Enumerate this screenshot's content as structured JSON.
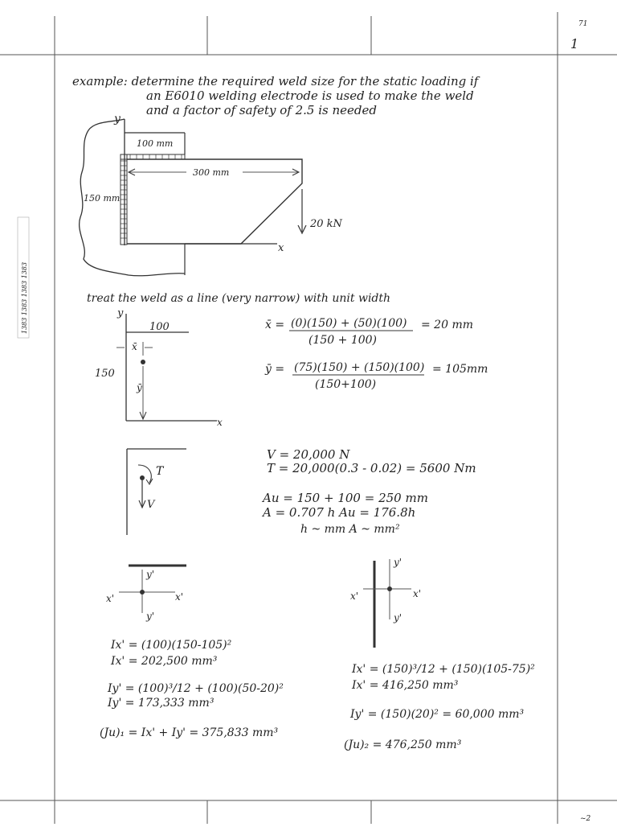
{
  "page": {
    "page_number": "1",
    "corner_mark_top": "71",
    "corner_mark_bottom": "~2"
  },
  "problem": {
    "line1": "example: determine the required weld size for the static loading if",
    "line2": "an E6010 welding electrode is used to make the weld",
    "line3": "and a factor of safety of 2.5 is needed"
  },
  "figure1": {
    "y_label": "y",
    "x_label": "x",
    "dim_top": "100 mm",
    "dim_width": "300 mm",
    "dim_height": "150 mm",
    "load": "20 kN"
  },
  "section2": {
    "heading": "treat the weld as a line (very narrow) with unit width",
    "fig_y": "y",
    "fig_x": "x",
    "fig_top": "100",
    "fig_side": "150",
    "xbar_sym": "x̄",
    "ybar_sym": "ȳ",
    "xbar_lhs": "x̄ =",
    "xbar_num": "(0)(150) + (50)(100)",
    "xbar_den": "(150 + 100)",
    "xbar_res": "= 20 mm",
    "ybar_lhs": "ȳ =",
    "ybar_num": "(75)(150) + (150)(100)",
    "ybar_den": "(150+100)",
    "ybar_res": "= 105mm"
  },
  "section3": {
    "T_label": "T",
    "V_label": "V",
    "eq_V": "V = 20,000 N",
    "eq_T": "T = 20,000(0.3 - 0.02) = 5600 Nm",
    "eq_Au": "Au = 150 + 100 = 250 mm",
    "eq_A": "A = 0.707 h Au = 176.8h",
    "eq_units": "h ~ mm   A ~ mm²"
  },
  "section4": {
    "axis_xp": "x'",
    "axis_yp": "y'",
    "left_eq1": "Ix' = (100)(150-105)²",
    "left_eq2": "Ix' = 202,500 mm³",
    "left_eq3": "Iy' = (100)³/12 + (100)(50-20)²",
    "left_eq4": "Iy' = 173,333 mm³",
    "left_eq5": "(Ju)₁ = Ix' + Iy' = 375,833 mm³",
    "right_eq1": "Ix' = (150)³/12 + (150)(105-75)²",
    "right_eq2": "Ix' = 416,250 mm³",
    "right_eq3": "Iy' = (150)(20)² = 60,000 mm³",
    "right_eq4": "(Ju)₂ = 476,250 mm³"
  },
  "margin_stamp": "1383 1383 1383 1383"
}
